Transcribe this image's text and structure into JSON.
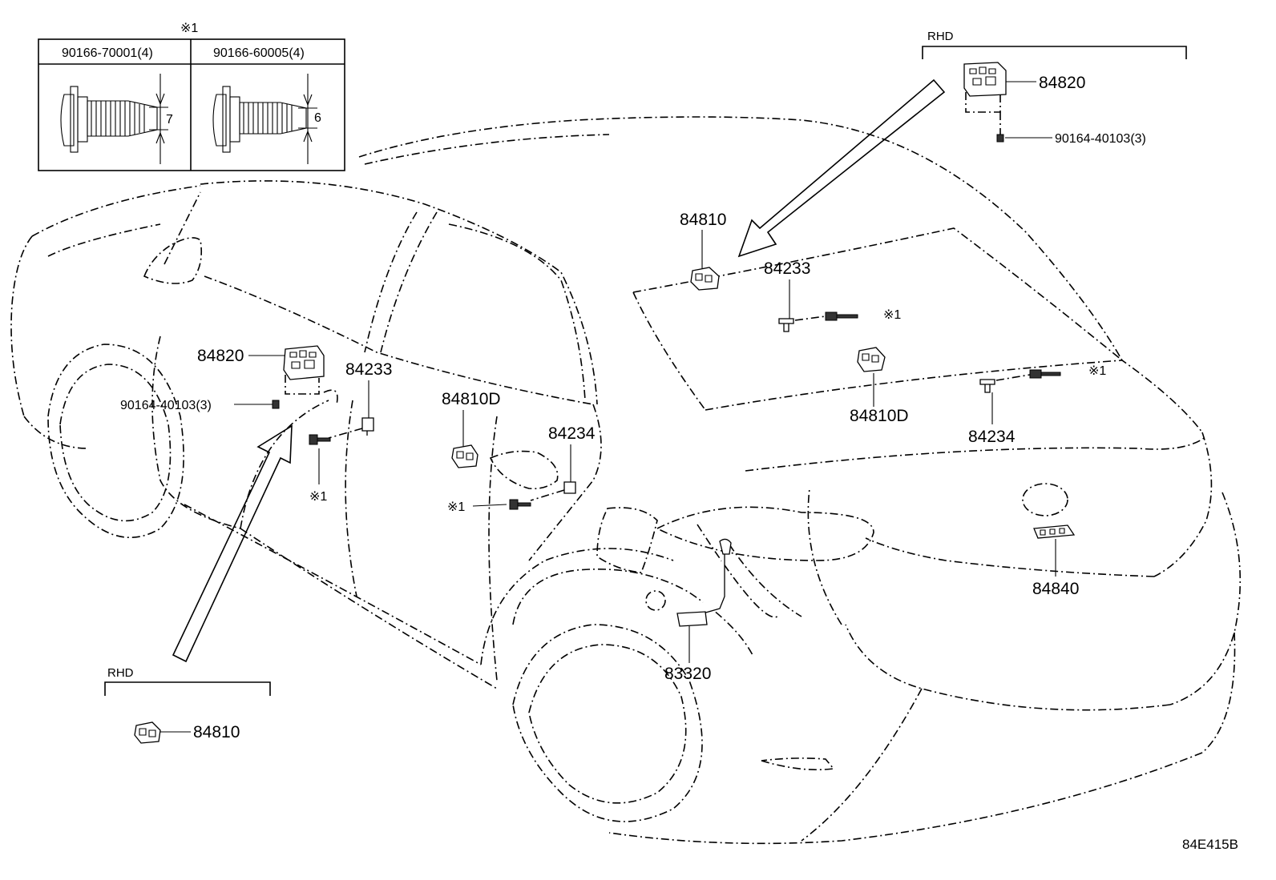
{
  "inset": {
    "mark": "※1",
    "col1_header": "90166-70001(4)",
    "col2_header": "90166-60005(4)",
    "dim1": "7",
    "dim2": "6"
  },
  "rhd_top": {
    "label": "RHD",
    "part": "84820",
    "bolt": "90164-40103(3)"
  },
  "rhd_bottom": {
    "label": "RHD",
    "part": "84810"
  },
  "callouts": {
    "p84810_top": "84810",
    "p84233_right": "84233",
    "p84810D_right": "84810D",
    "p84234_right": "84234",
    "mark_r1": "※1",
    "mark_r2": "※1",
    "p84820_left": "84820",
    "bolt_left": "90164-40103(3)",
    "p84233_left": "84233",
    "mark_l1": "※1",
    "p84810D_left": "84810D",
    "p84234_left": "84234",
    "mark_l2": "※1",
    "p84840": "84840",
    "p83320": "83320"
  },
  "figure_code": "84E415B"
}
